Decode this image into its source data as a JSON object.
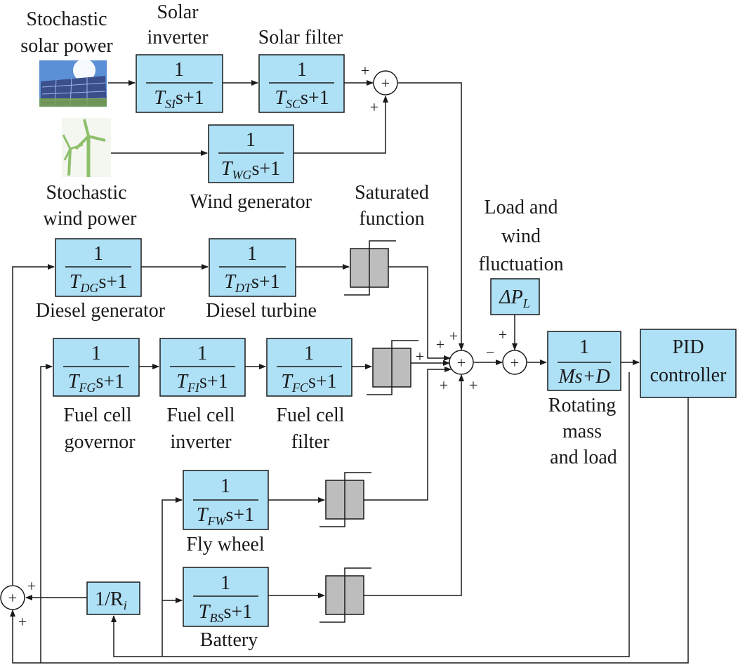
{
  "labels": {
    "stochastic_solar": [
      "Stochastic",
      "solar power"
    ],
    "solar_inverter": [
      "Solar",
      "inverter"
    ],
    "solar_filter": "Solar filter",
    "stochastic_wind": [
      "Stochastic",
      "wind power"
    ],
    "wind_generator": "Wind generator",
    "saturated_function": [
      "Saturated",
      "function"
    ],
    "load_wind": [
      "Load and",
      "wind",
      "fluctuation"
    ],
    "diesel_generator": "Diesel generator",
    "diesel_turbine": "Diesel turbine",
    "fuel_cell_governor": [
      "Fuel cell",
      "governor"
    ],
    "fuel_cell_inverter": [
      "Fuel cell",
      "inverter"
    ],
    "fuel_cell_filter": [
      "Fuel cell",
      "filter"
    ],
    "rotating_mass": [
      "Rotating",
      "mass",
      "and load"
    ],
    "fly_wheel": "Fly wheel",
    "battery": "Battery",
    "pid": [
      "PID",
      "controller"
    ]
  },
  "blocks": {
    "numerator": "1",
    "si": {
      "T": "T",
      "sub": "SI",
      "rest": "s+1"
    },
    "sc": {
      "T": "T",
      "sub": "SC",
      "rest": "s+1"
    },
    "wg": {
      "T": "T",
      "sub": "WG",
      "rest": "s+1"
    },
    "dg": {
      "T": "T",
      "sub": "DG",
      "rest": "s+1"
    },
    "dt": {
      "T": "T",
      "sub": "DT",
      "rest": "s+1"
    },
    "fg": {
      "T": "T",
      "sub": "FG",
      "rest": "s+1"
    },
    "fi": {
      "T": "T",
      "sub": "FI",
      "rest": "s+1"
    },
    "fc": {
      "T": "T",
      "sub": "FC",
      "rest": "s+1"
    },
    "fw": {
      "T": "T",
      "sub": "FW",
      "rest": "s+1"
    },
    "bs": {
      "T": "T",
      "sub": "BS",
      "rest": "s+1"
    },
    "mass": "Ms+D",
    "dpl": {
      "d": "ΔP",
      "sub": "L"
    },
    "ri": {
      "pre": "1/R",
      "sub": "i"
    }
  },
  "signs": {
    "plus": "+",
    "minus": "−",
    "sum": "+"
  }
}
